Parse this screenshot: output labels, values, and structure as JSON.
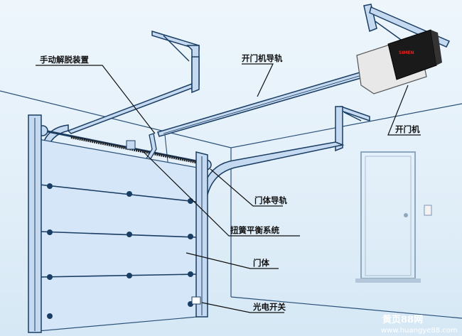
{
  "labels": {
    "manual_release": "手动解脱装置",
    "opener_rail": "开门机导轨",
    "opener": "开门机",
    "door_rail": "门体导轨",
    "torsion_spring": "扭簧平衡系统",
    "door_body": "门体",
    "photo_sensor": "光电开关"
  },
  "opener_brand": "SIMEN",
  "watermark": {
    "line1": "黄页88网",
    "line2": "www.huangye88.com"
  },
  "colors": {
    "rail_fill": "#c5daf0",
    "rail_stroke": "#1a3d63",
    "door_fill": "#d4e6f7",
    "opener_body": "#e8e8e8",
    "opener_head": "#1a1a1a"
  }
}
